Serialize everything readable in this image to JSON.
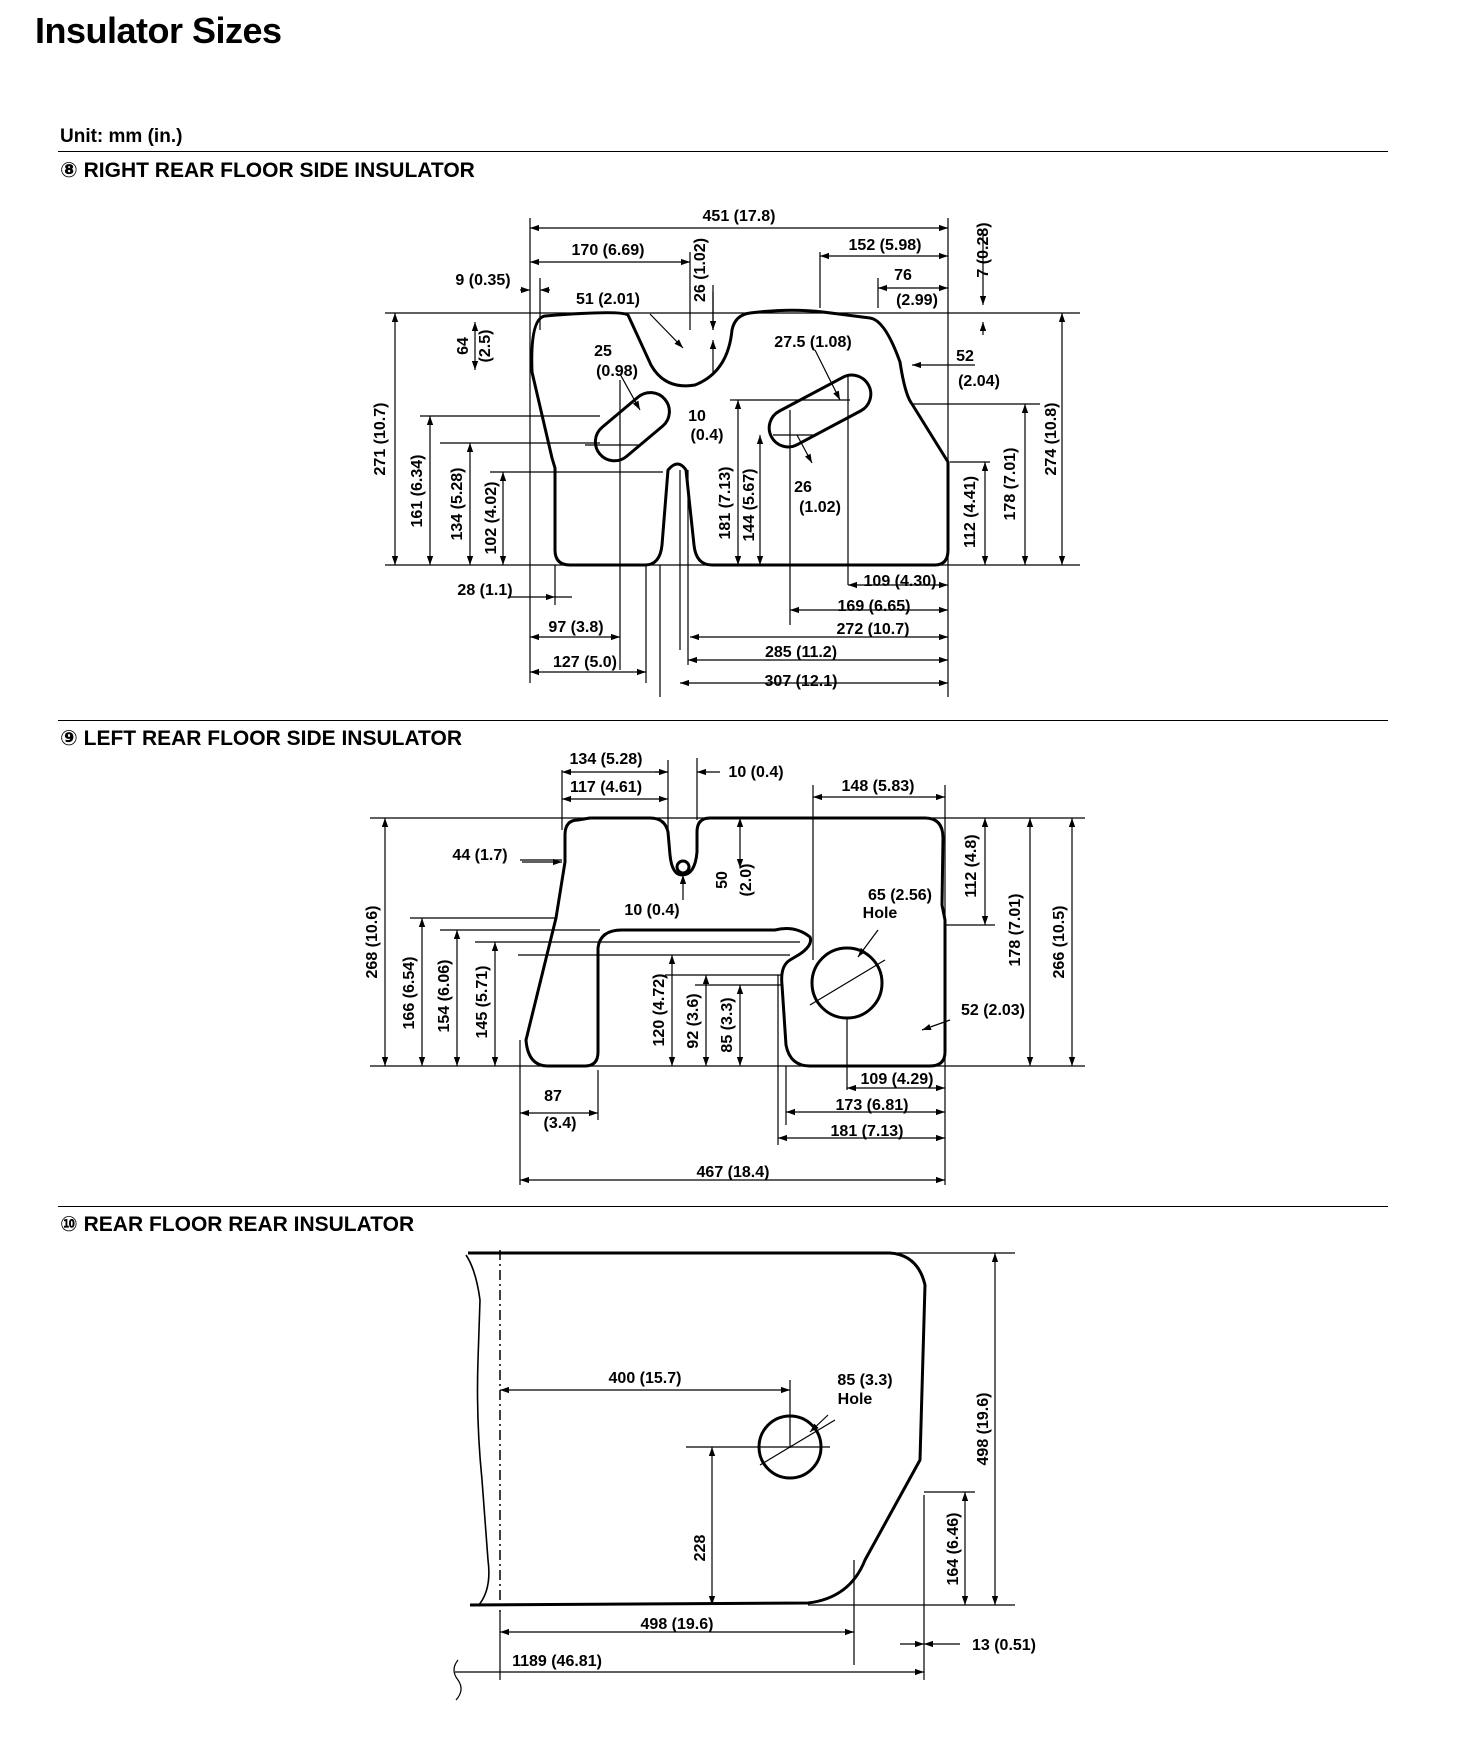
{
  "page": {
    "title": "Insulator Sizes",
    "unit": "Unit: mm (in.)"
  },
  "sections": [
    {
      "heading": "⑧ RIGHT REAR FLOOR SIDE INSULATOR",
      "dims": {
        "d451": "451 (17.8)",
        "d170": "170 (6.69)",
        "d152": "152 (5.98)",
        "d7": "7 (0.28)",
        "d9": "9 (0.35)",
        "d26a": "26 (1.02)",
        "d76a": "76",
        "d76b": "(2.99)",
        "d51": "51 (2.01)",
        "d64a": "64",
        "d64b": "(2.5)",
        "d25a": "25",
        "d25b": "(0.98)",
        "d275": "27.5 (1.08)",
        "d52a": "52",
        "d52b": "(2.04)",
        "d271": "271 (10.7)",
        "d10a": "10",
        "d10b": "(0.4)",
        "d274": "274 (10.8)",
        "d161": "161 (6.34)",
        "d134": "134 (5.28)",
        "d102": "102 (4.02)",
        "d181": "181 (7.13)",
        "d144": "144 (5.67)",
        "d26ba": "26",
        "d26bb": "(1.02)",
        "d112": "112 (4.41)",
        "d178": "178 (7.01)",
        "d109": "109 (4.30)",
        "d28": "28 (1.1)",
        "d169": "169 (6.65)",
        "d97": "97 (3.8)",
        "d272": "272 (10.7)",
        "d127": "127 (5.0)",
        "d285": "285 (11.2)",
        "d307": "307 (12.1)"
      }
    },
    {
      "heading": "⑨ LEFT REAR FLOOR SIDE INSULATOR",
      "dims": {
        "d134": "134 (5.28)",
        "d10a": "10 (0.4)",
        "d117": "117 (4.61)",
        "d148": "148 (5.83)",
        "d44": "44 (1.7)",
        "d112": "112 (4.8)",
        "d50a": "50",
        "d50b": "(2.0)",
        "d10b": "10 (0.4)",
        "d65a": "65 (2.56)",
        "d65b": "Hole",
        "d178": "178 (7.01)",
        "d266": "266 (10.5)",
        "d268": "268 (10.6)",
        "d166": "166 (6.54)",
        "d154": "154 (6.06)",
        "d145": "145 (5.71)",
        "d120": "120 (4.72)",
        "d92": "92 (3.6)",
        "d85": "85 (3.3)",
        "d52": "52 (2.03)",
        "d109": "109 (4.29)",
        "d87a": "87",
        "d87b": "(3.4)",
        "d173": "173 (6.81)",
        "d181": "181 (7.13)",
        "d467": "467 (18.4)"
      }
    },
    {
      "heading": "⑩ REAR FLOOR REAR INSULATOR",
      "dims": {
        "d400": "400 (15.7)",
        "d85a": "85 (3.3)",
        "d85b": "Hole",
        "d498v": "498 (19.6)",
        "d228": "228",
        "d164": "164 (6.46)",
        "d498h": "498 (19.6)",
        "d13": "13 (0.51)",
        "d1189": "1189 (46.81)"
      }
    }
  ]
}
